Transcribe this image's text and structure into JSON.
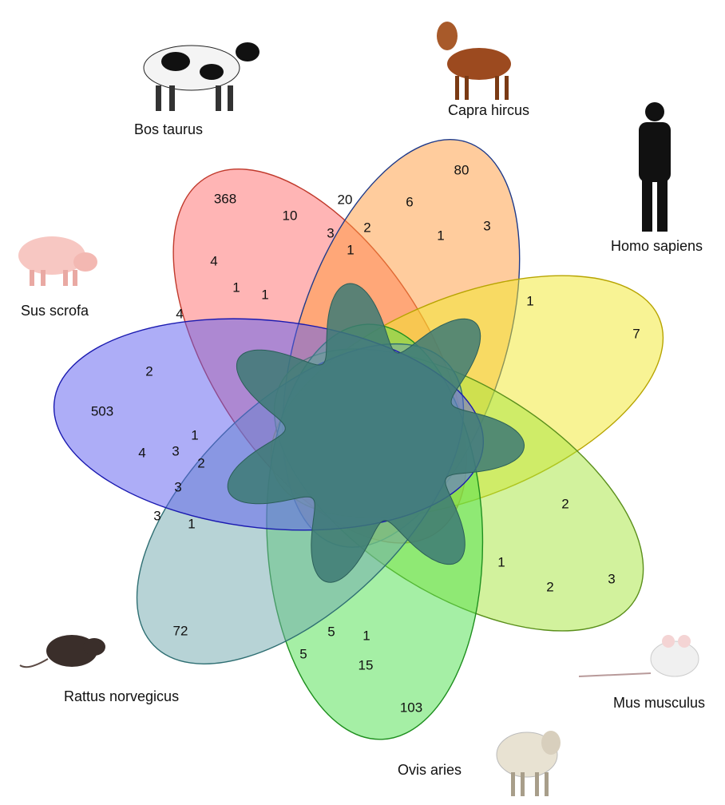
{
  "species": [
    {
      "id": "bos",
      "label": "Bos taurus",
      "color": "#ff6b6b",
      "icon": "cow-icon"
    },
    {
      "id": "capra",
      "label": "Capra hircus",
      "color": "#ff9a3c",
      "icon": "goat-icon"
    },
    {
      "id": "homo",
      "label": "Homo sapiens",
      "color": "#f2e82a",
      "icon": "human-icon"
    },
    {
      "id": "mus",
      "label": "Mus musculus",
      "color": "#a6e63c",
      "icon": "mouse-icon"
    },
    {
      "id": "ovis",
      "label": "Ovis aries",
      "color": "#4ce04c",
      "icon": "sheep-icon"
    },
    {
      "id": "rattus",
      "label": "Rattus norvegicus",
      "color": "#6fa8ad",
      "icon": "rat-icon"
    },
    {
      "id": "sus",
      "label": "Sus scrofa",
      "color": "#5b5bf0",
      "icon": "pig-icon"
    }
  ],
  "unique_counts": {
    "bos": "368",
    "capra": "80",
    "homo": "7",
    "mus": "3",
    "ovis": "103",
    "rattus": "72",
    "sus": "503"
  },
  "overlap_counts": [
    "20",
    "6",
    "10",
    "3",
    "2",
    "1",
    "1",
    "3",
    "4",
    "1",
    "1",
    "1",
    "4",
    "2",
    "1",
    "3",
    "4",
    "2",
    "3",
    "3",
    "1",
    "2",
    "1",
    "2",
    "5",
    "1",
    "5",
    "15"
  ]
}
